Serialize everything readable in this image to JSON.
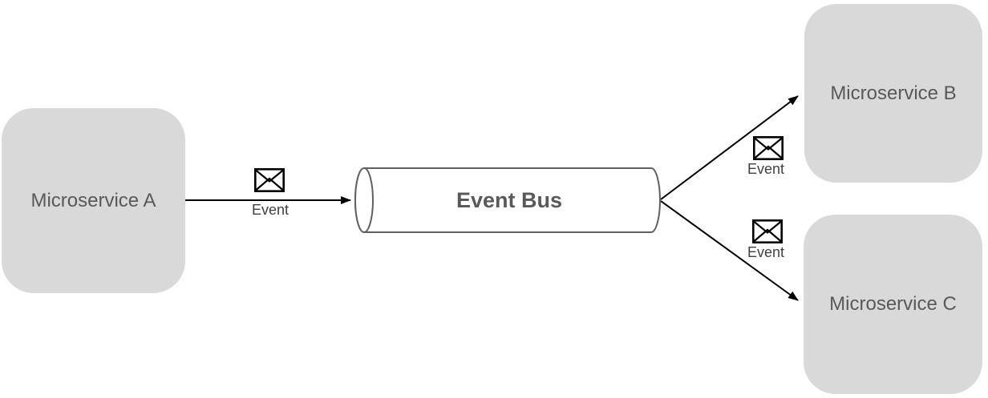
{
  "nodes": {
    "microservice_a": {
      "label": "Microservice A"
    },
    "event_bus": {
      "label": "Event Bus"
    },
    "microservice_b": {
      "label": "Microservice B"
    },
    "microservice_c": {
      "label": "Microservice C"
    }
  },
  "edges": {
    "a_to_bus": {
      "from": "microservice_a",
      "to": "event_bus",
      "label": "Event",
      "icon": "envelope-icon"
    },
    "bus_to_b": {
      "from": "event_bus",
      "to": "microservice_b",
      "label": "Event",
      "icon": "envelope-icon"
    },
    "bus_to_c": {
      "from": "event_bus",
      "to": "microservice_c",
      "label": "Event",
      "icon": "envelope-icon"
    }
  },
  "colors": {
    "node_fill": "#d9d9d9",
    "node_text": "#595959",
    "bus_fill": "#ffffff",
    "bus_stroke": "#606060",
    "bus_text": "#595959",
    "arrow": "#000000",
    "envelope_stroke": "#000000",
    "edge_label_text": "#3f3f3f",
    "background": "#ffffff"
  }
}
